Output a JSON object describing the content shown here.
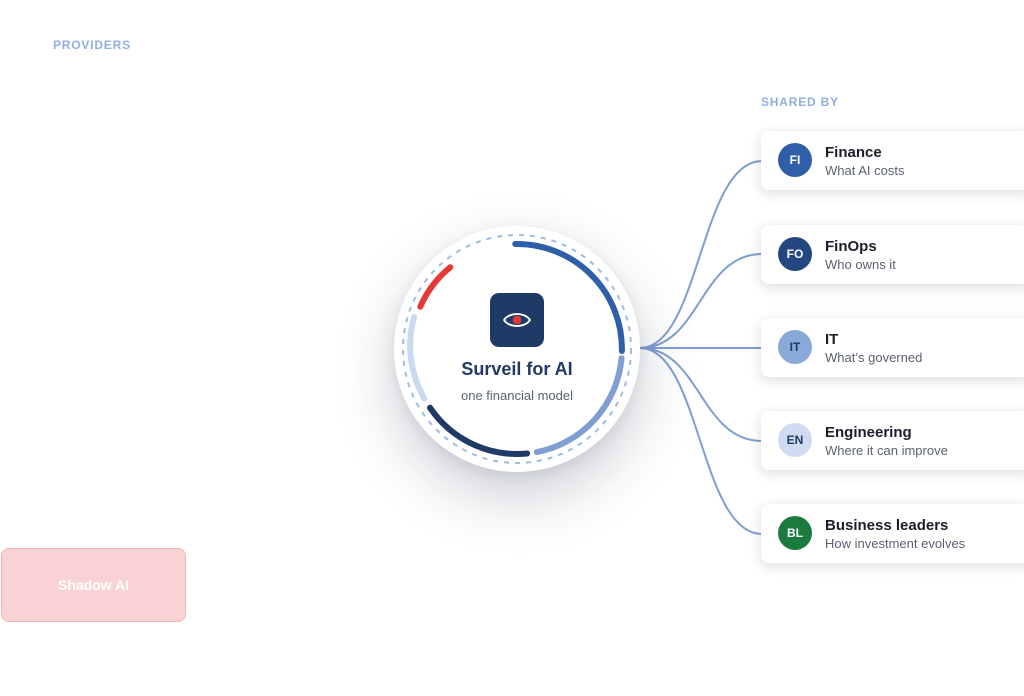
{
  "labels": {
    "providers": "PROVIDERS",
    "shared_by": "SHARED BY"
  },
  "hub": {
    "title": "Surveil for AI",
    "subtitle": "one financial model",
    "logo_icon": "eye-icon"
  },
  "audiences": [
    {
      "initials": "FI",
      "title": "Finance",
      "subtitle": "What AI costs",
      "badge_color": "#2f5fa8",
      "badge_text_color": "#ffffff"
    },
    {
      "initials": "FO",
      "title": "FinOps",
      "subtitle": "Who owns it",
      "badge_color": "#25477f",
      "badge_text_color": "#ffffff"
    },
    {
      "initials": "IT",
      "title": "IT",
      "subtitle": "What’s governed",
      "badge_color": "#8aa9d8",
      "badge_text_color": "#1f3a66"
    },
    {
      "initials": "EN",
      "title": "Engineering",
      "subtitle": "Where it can improve",
      "badge_color": "#cfdcef",
      "badge_text_color": "#1f3a66"
    },
    {
      "initials": "BL",
      "title": "Business leaders",
      "subtitle": "How investment evolves",
      "badge_color": "#1b7a3e",
      "badge_text_color": "#ffffff"
    }
  ],
  "provider_nodes": [
    {
      "label": "Shadow AI"
    }
  ],
  "colors": {
    "accent": "#2f5fa8",
    "connector": "#7f9fd0",
    "alert": "#e53935"
  }
}
